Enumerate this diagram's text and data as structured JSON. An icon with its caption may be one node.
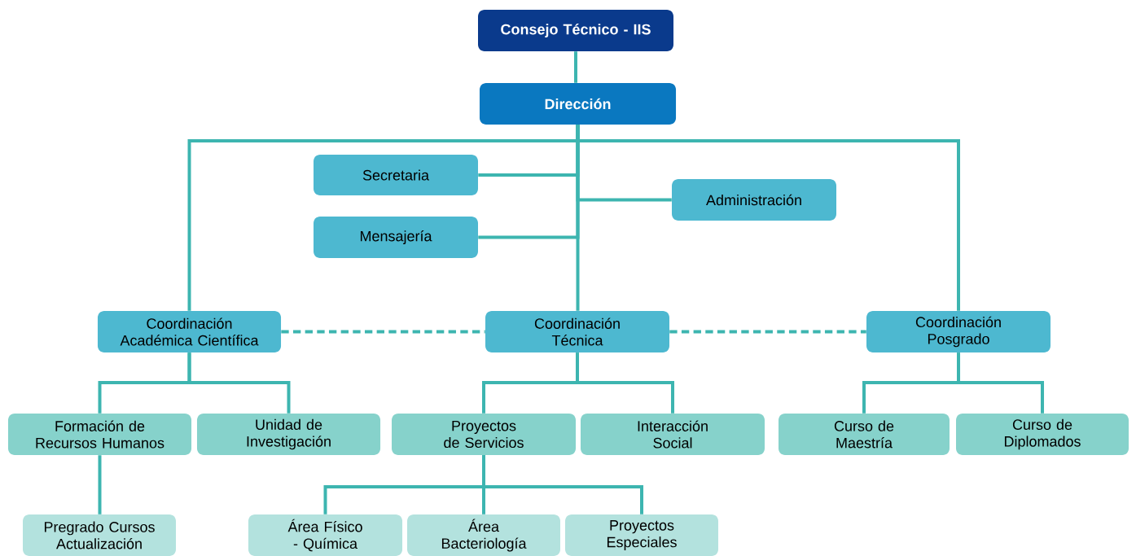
{
  "diagram": {
    "nodes": [
      {
        "text": [
          "Consejo Técnico - IIS"
        ]
      },
      {
        "text": [
          "Dirección"
        ]
      },
      {
        "text": [
          "Secretaria"
        ]
      },
      {
        "text": [
          "Administración"
        ]
      },
      {
        "text": [
          "Mensajería"
        ]
      },
      {
        "text": [
          "Coordinación Académica Científica"
        ]
      },
      {
        "text": [
          "Coordinación Técnica"
        ]
      },
      {
        "text": [
          "Coordinación Posgrado"
        ]
      },
      {
        "text": [
          "Formación de Recursos Humanos"
        ]
      },
      {
        "text": [
          "Unidad de Investigación"
        ]
      },
      {
        "text": [
          "Proyectos de Servicios"
        ]
      },
      {
        "text": [
          "Interacción Social"
        ]
      },
      {
        "text": [
          "Curso de Maestría"
        ]
      },
      {
        "text": [
          "Curso de Diplomados"
        ]
      },
      {
        "text": [
          "Pregrado Cursos Actualización"
        ]
      },
      {
        "text": [
          "Área Físico - Química"
        ]
      },
      {
        "text": [
          "Área Bacteriología"
        ]
      },
      {
        "text": [
          "Proyectos Especiales"
        ]
      }
    ],
    "edges": [
      {
        "from": 0,
        "to": 1,
        "arrow": "none"
      },
      {
        "from": 1,
        "to": 5,
        "arrow": "none"
      },
      {
        "from": 1,
        "to": 7,
        "arrow": "none"
      },
      {
        "from": 1,
        "to": 2,
        "arrow": "none"
      },
      {
        "from": 1,
        "to": 3,
        "arrow": "none"
      },
      {
        "from": 1,
        "to": 4,
        "arrow": "none"
      },
      {
        "from": 1,
        "to": 6,
        "arrow": "none"
      },
      {
        "from": 5,
        "to": 6,
        "arrow": "none",
        "style": "dashed"
      },
      {
        "from": 6,
        "to": 7,
        "arrow": "none",
        "style": "dashed"
      },
      {
        "from": 5,
        "to": 8,
        "arrow": "none"
      },
      {
        "from": 5,
        "to": 9,
        "arrow": "none"
      },
      {
        "from": 6,
        "to": 10,
        "arrow": "none"
      },
      {
        "from": 6,
        "to": 11,
        "arrow": "none"
      },
      {
        "from": 7,
        "to": 12,
        "arrow": "none"
      },
      {
        "from": 7,
        "to": 13,
        "arrow": "none"
      },
      {
        "from": 8,
        "to": 14,
        "arrow": "none"
      },
      {
        "from": 10,
        "to": 15,
        "arrow": "none"
      },
      {
        "from": 10,
        "to": 16,
        "arrow": "none"
      },
      {
        "from": 10,
        "to": 17,
        "arrow": "none"
      }
    ]
  }
}
